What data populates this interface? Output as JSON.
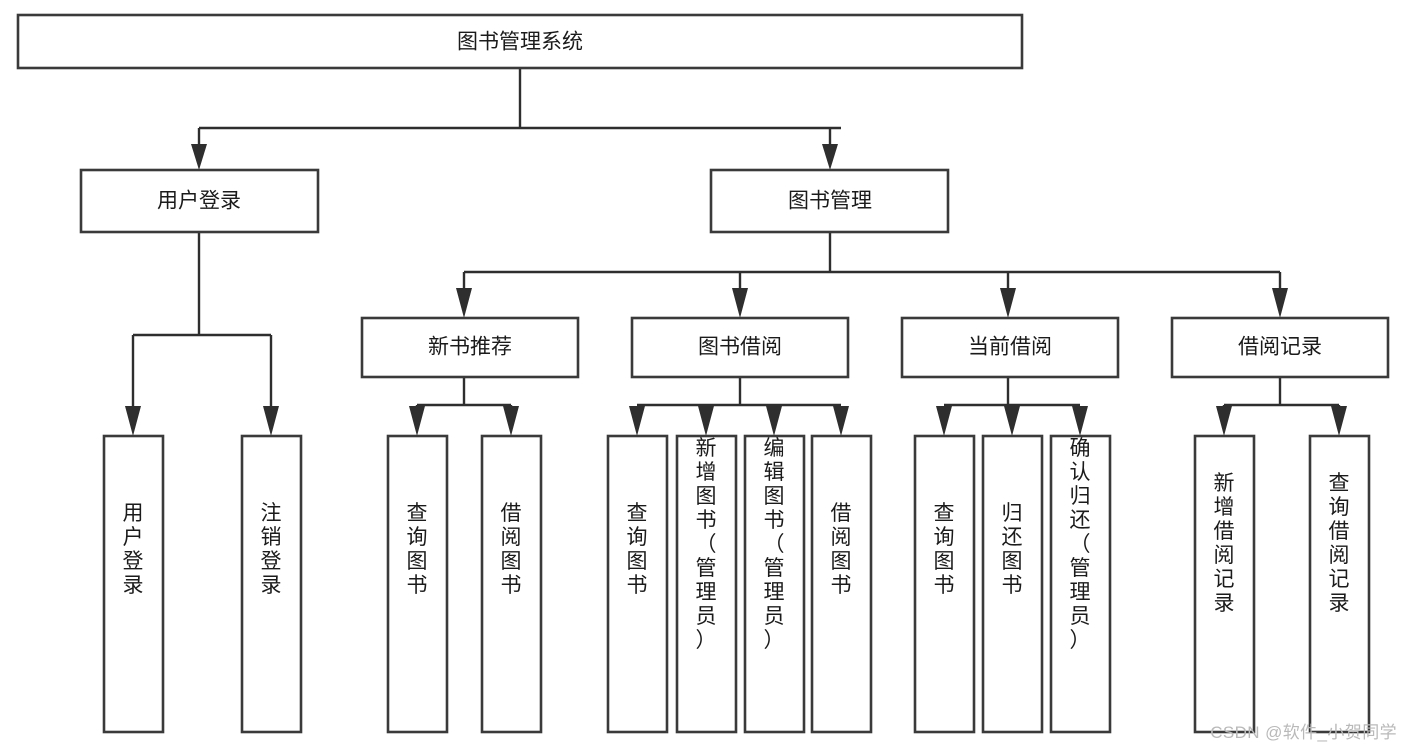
{
  "diagram": {
    "type": "tree-hierarchy",
    "title": "图书管理系统",
    "watermark": "CSDN @软件_小贺同学",
    "colors": {
      "box_stroke": "#3a3a3a",
      "box_fill": "#ffffff",
      "edge": "#2e2e2e",
      "text": "#1b1b1b",
      "background": "#ffffff",
      "watermark": "#b9b9b9"
    },
    "levels": {
      "root": {
        "label": "图书管理系统"
      },
      "level2": [
        {
          "label": "用户登录"
        },
        {
          "label": "图书管理"
        }
      ],
      "level3": [
        {
          "label": "新书推荐"
        },
        {
          "label": "图书借阅"
        },
        {
          "label": "当前借阅"
        },
        {
          "label": "借阅记录"
        }
      ],
      "leaves": [
        {
          "label": "用户登录",
          "parent": "用户登录"
        },
        {
          "label": "注销登录",
          "parent": "用户登录"
        },
        {
          "label": "查询图书",
          "parent": "新书推荐"
        },
        {
          "label": "借阅图书",
          "parent": "新书推荐"
        },
        {
          "label": "查询图书",
          "parent": "图书借阅"
        },
        {
          "label": "新增图书（管理员）",
          "parent": "图书借阅"
        },
        {
          "label": "编辑图书（管理员）",
          "parent": "图书借阅"
        },
        {
          "label": "借阅图书",
          "parent": "图书借阅"
        },
        {
          "label": "查询图书",
          "parent": "当前借阅"
        },
        {
          "label": "归还图书",
          "parent": "当前借阅"
        },
        {
          "label": "确认归还（管理员）",
          "parent": "当前借阅"
        },
        {
          "label": "新增借阅记录",
          "parent": "借阅记录"
        },
        {
          "label": "查询借阅记录",
          "parent": "借阅记录"
        }
      ]
    }
  }
}
